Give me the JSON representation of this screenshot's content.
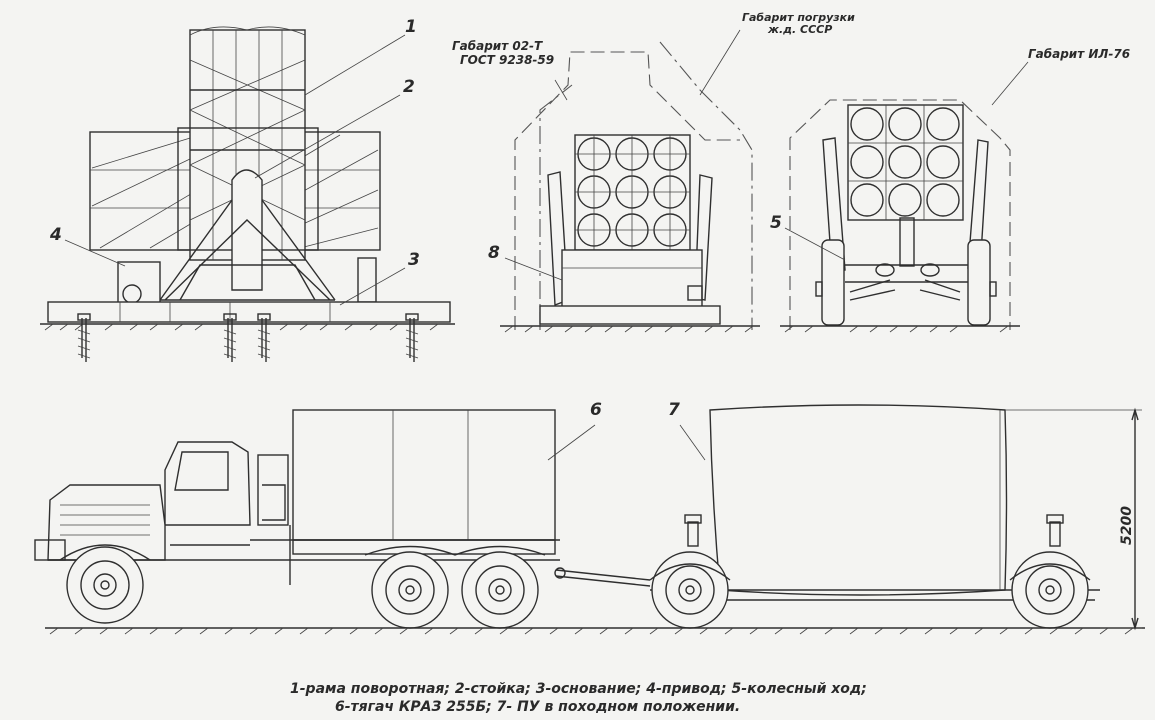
{
  "labels": {
    "n1": "1",
    "n2": "2",
    "n3": "3",
    "n4": "4",
    "n5": "5",
    "n6": "6",
    "n7": "7",
    "n8": "8"
  },
  "gabarits": {
    "g02t_line1": "Габарит 02-Т",
    "g02t_line2": "ГОСТ 9238-59",
    "rail_line1": "Габарит погрузки",
    "rail_line2": "ж.д. СССР",
    "il76": "Габарит ИЛ-76"
  },
  "dimension": "5200",
  "caption": {
    "line1": "1-рама поворотная; 2-стойка; 3-основание; 4-привод; 5-колесный ход;",
    "line2": "6-тягач КРАЗ 255Б; 7- ПУ в походном положении."
  }
}
